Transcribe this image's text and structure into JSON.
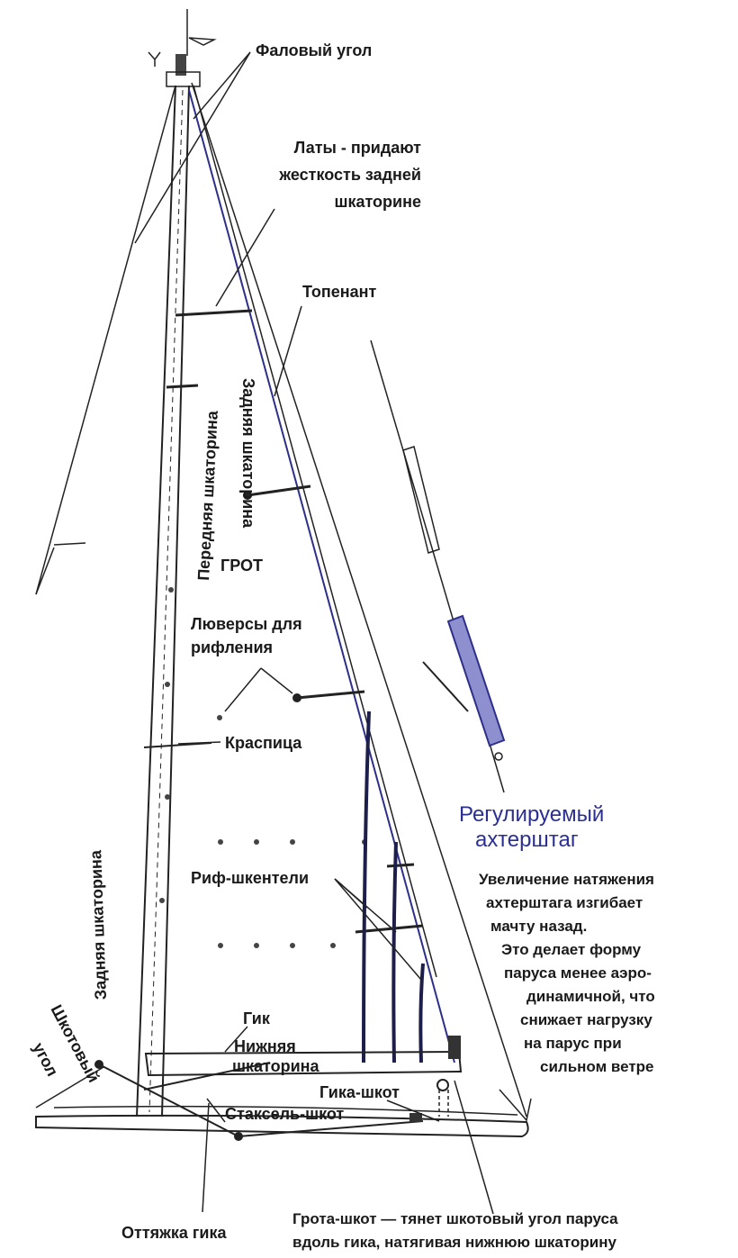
{
  "labels": {
    "halyard_corner": "Фаловый угол",
    "battens_1": "Латы - придают",
    "battens_2": "жесткость задней",
    "battens_3": "шкаторине",
    "topping_lift": "Топенант",
    "luff": "Передняя шкаторина",
    "leech_upper": "Задняя шкаторина",
    "mainsail": "ГРОТ",
    "reef_cringles_1": "Люверсы для",
    "reef_cringles_2": "рифления",
    "spreader": "Краспица",
    "backstay_title_1": "Регулируемый",
    "backstay_title_2": "ахтерштаг",
    "backstay_desc_1": "Увеличение натяжения",
    "backstay_desc_2": "ахтерштага изгибает",
    "backstay_desc_3": "мачту назад.",
    "backstay_desc_4": "Это делает форму",
    "backstay_desc_5": "паруса менее аэро-",
    "backstay_desc_6": "динамичной, что",
    "backstay_desc_7": "снижает нагрузку",
    "backstay_desc_8": "на парус при",
    "backstay_desc_9": "сильном ветре",
    "reef_points": "Риф-шкентели",
    "leech_lower": "Задняя шкаторина",
    "boom": "Гик",
    "foot_1": "Нижняя",
    "foot_2": "шкаторина",
    "clew_1": "Шкотовый",
    "clew_2": "угол",
    "boom_sheet": "Гика-шкот",
    "jib_sheet": "Стаксель-шкот",
    "outhaul_1": "Грота-шкот — тянет шкотовый угол паруса",
    "outhaul_2": "вдоль гика, натягивая нижнюю шкаторину",
    "vang": "Оттяжка гика"
  },
  "colors": {
    "ink": "#222222",
    "accent_blue": "#2b2f8f"
  }
}
